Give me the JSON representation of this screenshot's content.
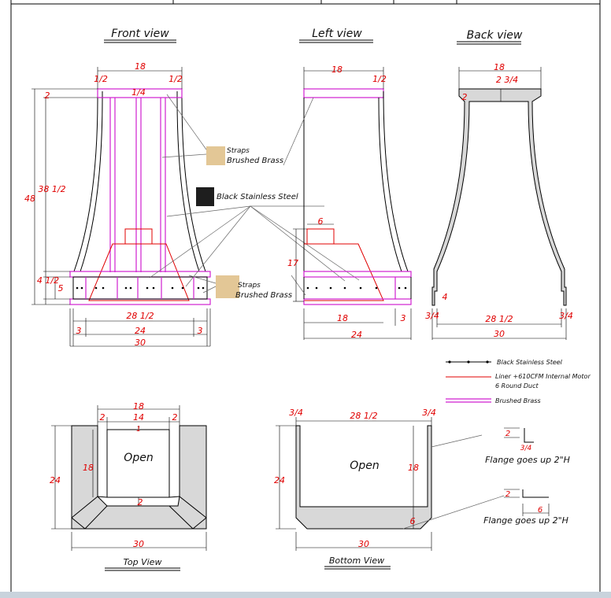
{
  "views": {
    "front": {
      "title": "Front view"
    },
    "left": {
      "title": "Left view"
    },
    "back": {
      "title": "Back view"
    },
    "top": {
      "title": "Top View"
    },
    "bottom": {
      "title": "Bottom View"
    }
  },
  "callouts": {
    "straps_1": "Straps",
    "brass_1": "Brushed Brass",
    "black_ss": "Black Stainless Steel",
    "straps_2": "Straps",
    "brass_2": "Brushed Brass",
    "open_top": "Open",
    "open_bottom": "Open",
    "flange_1": "Flange goes up 2\"H",
    "flange_2": "Flange goes up 2\"H"
  },
  "legend": {
    "items": [
      {
        "label": "Black Stainless Steel",
        "style": "dots"
      },
      {
        "label": "Liner +610CFM Internal Motor",
        "label2": "6 Round Duct",
        "style": "red"
      },
      {
        "label": "Brushed Brass",
        "style": "magenta"
      }
    ]
  },
  "dims": {
    "front": {
      "top_w": "18",
      "half_l": "1/2",
      "half_r": "1/2",
      "quarter": "1/4",
      "d2": "2",
      "h48": "48",
      "h38": "38 1/2",
      "h4": "4 1/2",
      "h5": "5",
      "w28": "28 1/2",
      "w3a": "3",
      "w24": "24",
      "w3b": "3",
      "w30": "30"
    },
    "left": {
      "top_w": "18",
      "half": "1/2",
      "d6": "6",
      "h17": "17",
      "w18": "18",
      "w3": "3",
      "w24": "24"
    },
    "back": {
      "top_w": "18",
      "d234": "2 3/4",
      "d2": "2",
      "d4": "4",
      "q_l": "3/4",
      "w28": "28 1/2",
      "q_r": "3/4",
      "w30": "30"
    },
    "top": {
      "w18": "18",
      "d2a": "2",
      "w14": "14",
      "d2b": "2",
      "d1": "1",
      "h24": "24",
      "h18": "18",
      "d2c": "2",
      "w30": "30"
    },
    "bottom": {
      "q_l": "3/4",
      "w28": "28 1/2",
      "q_r": "3/4",
      "h24": "24",
      "h18": "18",
      "d6": "6",
      "w30": "30"
    },
    "flange": {
      "a2": "2",
      "a34": "3/4",
      "b2": "2",
      "b6": "6"
    }
  },
  "colors": {
    "dimension": "#e00000",
    "brass": "#d020d0",
    "swatch_brass": "#e3c796",
    "swatch_black": "#1e1e1e",
    "fill_gray": "#d8d8d8"
  }
}
